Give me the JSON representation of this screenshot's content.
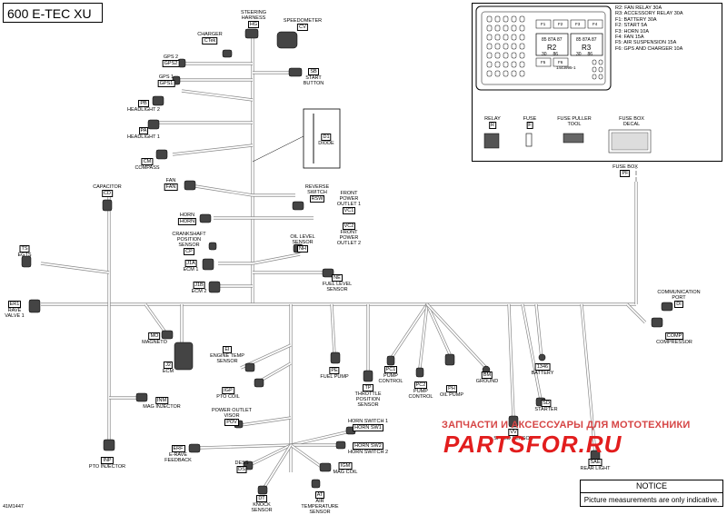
{
  "title": "600 E-TEC XU",
  "figure_id": "41M1447",
  "notice": {
    "heading": "NOTICE",
    "text": "Picture measurements are only indicative."
  },
  "watermark": {
    "line1": "ЗАПЧАСТИ И АКСЕССУАРЫ ДЛЯ МОТОТЕХНИКИ",
    "line2": "PARTSFOR.RU"
  },
  "fuse_box": {
    "legend": [
      "R2: FAN RELAY 30A",
      "R3: ACCESSORY RELAY 30A",
      "F1: BATTERY 30A",
      "F2: START 5A",
      "F3: HORN 10A",
      "F4: FAN 15A",
      "F5: AIR SUSPENSION 15A",
      "F6: GPS AND CHARGER 10A"
    ],
    "fuses_top": [
      "F1",
      "F2",
      "F3",
      "F4"
    ],
    "fuses_bottom": [
      "F5",
      "F6"
    ],
    "relay_r2": {
      "pins_top": [
        "85",
        "87A",
        "87"
      ],
      "name": "R2",
      "pins_bottom": [
        "30",
        "86"
      ]
    },
    "relay_r3": {
      "pins_top": [
        "85",
        "87A",
        "87"
      ],
      "name": "R3",
      "pins_bottom": [
        "30",
        "86"
      ]
    },
    "part_number": "1443995-1",
    "items": [
      {
        "label": "RELAY",
        "code": "R"
      },
      {
        "label": "FUSE",
        "code": "F"
      },
      {
        "label": "FUSE PULLER TOOL",
        "code": ""
      },
      {
        "label": "FUSE BOX DECAL",
        "code": ""
      }
    ]
  },
  "components": {
    "steering_harness": {
      "label": "STEERING HARNESS",
      "code": "HG"
    },
    "speedometer": {
      "label": "SPEEDOMETER",
      "code": "CV"
    },
    "charger": {
      "label": "CHARGER",
      "code": "CTek"
    },
    "gps2": {
      "label": "GPS 2",
      "code": "GPS2"
    },
    "gps1": {
      "label": "GPS 1",
      "code": "GPS1"
    },
    "start_button": {
      "label": "START BUTTON",
      "code": "SB"
    },
    "headlight2": {
      "label": "HEADLIGHT 2",
      "code": "PB"
    },
    "headlight1": {
      "label": "HEADLIGHT 1",
      "code": "PA"
    },
    "compass": {
      "label": "COMPASS",
      "code": "CM"
    },
    "diode": {
      "label": "DIODE",
      "code": "D1"
    },
    "fan": {
      "label": "FAN",
      "code": "FAN"
    },
    "capacitor": {
      "label": "CAPACITOR",
      "code": "CD"
    },
    "reverse_switch": {
      "label": "REVERSE SWITCH",
      "code": "RSW"
    },
    "front_outlet1": {
      "label": "FRONT POWER OUTLET 1",
      "code": "VC1"
    },
    "front_outlet2": {
      "label": "FRONT POWER OUTLET 2",
      "code": "VC2"
    },
    "horn": {
      "label": "HORN",
      "code": "HORN"
    },
    "crankshaft": {
      "label": "CRANKSHAFT POSITION SENSOR",
      "code": "CP"
    },
    "oil_level": {
      "label": "OIL LEVEL SENSOR",
      "code": "NH"
    },
    "egts": {
      "label": "EGTS",
      "code": "TS"
    },
    "ecm1": {
      "label": "ECM 1",
      "code": "J1A"
    },
    "ecm2": {
      "label": "ECM 2",
      "code": "J1B"
    },
    "fuel_level": {
      "label": "FUEL LEVEL SENSOR",
      "code": "NE"
    },
    "rave_valve": {
      "label": "RAVE VALVE 1",
      "code": "ER1"
    },
    "fuse_box_pf": {
      "label": "FUSE BOX",
      "code": "PF"
    },
    "comm_port": {
      "label": "COMMUNICATION PORT",
      "code": "DI"
    },
    "compressor": {
      "label": "COMPRESSOR",
      "code": "COMP"
    },
    "magneto": {
      "label": "MAGNETO",
      "code": "MO"
    },
    "ecm": {
      "label": "ECM",
      "code": "J2"
    },
    "engine_temp": {
      "label": "ENGINE TEMP SENSOR",
      "code": "EI"
    },
    "pto_coil": {
      "label": "PTO COIL",
      "code": "IGP"
    },
    "fuel_pump": {
      "label": "FUEL PUMP",
      "code": "PE"
    },
    "throttle": {
      "label": "THROTTLE POSITION SENSOR",
      "code": "TP"
    },
    "pump_control1": {
      "label": "PUMP CONTROL",
      "code": "PC1"
    },
    "pump_control2": {
      "label": "PUMP CONTROL",
      "code": "PC2"
    },
    "oil_pump": {
      "label": "OIL PUMP",
      "code": "PH"
    },
    "ground": {
      "label": "GROUND",
      "code": "BM"
    },
    "battery": {
      "label": "BATTERY",
      "code": "1346"
    },
    "starter": {
      "label": "STARTER",
      "code": "SD"
    },
    "speed_sensor": {
      "label": "SPEED SENSOR",
      "code": "VV"
    },
    "rear_light": {
      "label": "REAR LIGHT",
      "code": "SAE"
    },
    "mag_injector": {
      "label": "MAG INJECTOR",
      "code": "INM"
    },
    "pto_injector": {
      "label": "PTO INJECTOR",
      "code": "INP"
    },
    "power_outlet_visor": {
      "label": "POWER OUTLET VISOR",
      "code": "POV"
    },
    "horn_switch1": {
      "label": "HORN SWITCH 1",
      "code": "HORN SW1"
    },
    "horn_switch2": {
      "label": "HORN SWITCH 2",
      "code": "HORN SW2"
    },
    "erave": {
      "label": "E-RAVE FEEDBACK",
      "code": "ERF"
    },
    "mag_coil": {
      "label": "MAG COIL",
      "code": "IGM"
    },
    "dess": {
      "label": "DESS",
      "code": "DS"
    },
    "knock": {
      "label": "KNOCK SENSOR",
      "code": "DT"
    },
    "air_temp": {
      "label": "AIR TEMPERATURE SENSOR",
      "code": "AT"
    }
  }
}
